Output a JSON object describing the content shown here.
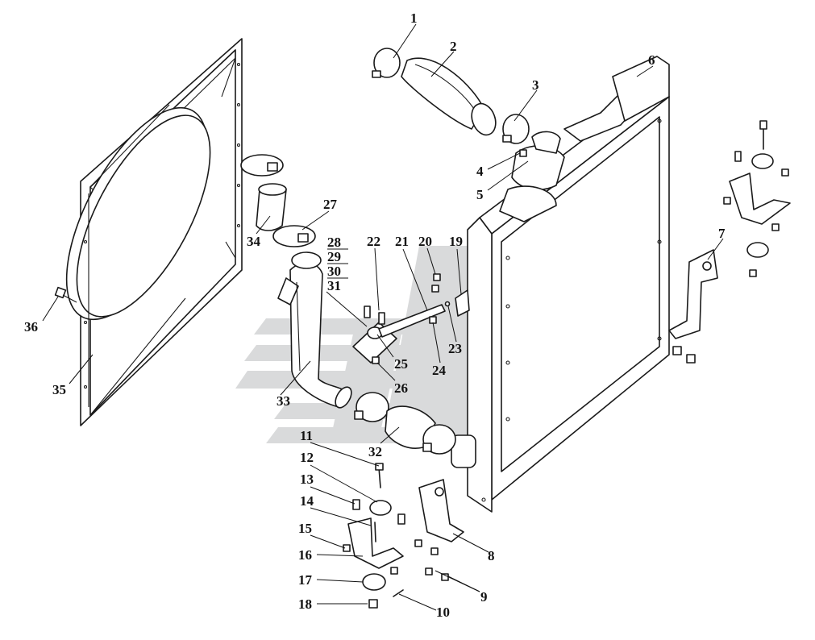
{
  "labels": [
    "1",
    "2",
    "3",
    "4",
    "5",
    "6",
    "7",
    "8",
    "9",
    "10",
    "11",
    "12",
    "13",
    "14",
    "15",
    "16",
    "17",
    "18",
    "19",
    "20",
    "21",
    "22",
    "23",
    "24",
    "25",
    "26",
    "27",
    "28",
    "29",
    "30",
    "31",
    "32",
    "33",
    "34",
    "35",
    "36"
  ],
  "colors": {
    "ink": "#1a1a1a",
    "watermark": "#d9dadb",
    "background": "#ffffff"
  }
}
